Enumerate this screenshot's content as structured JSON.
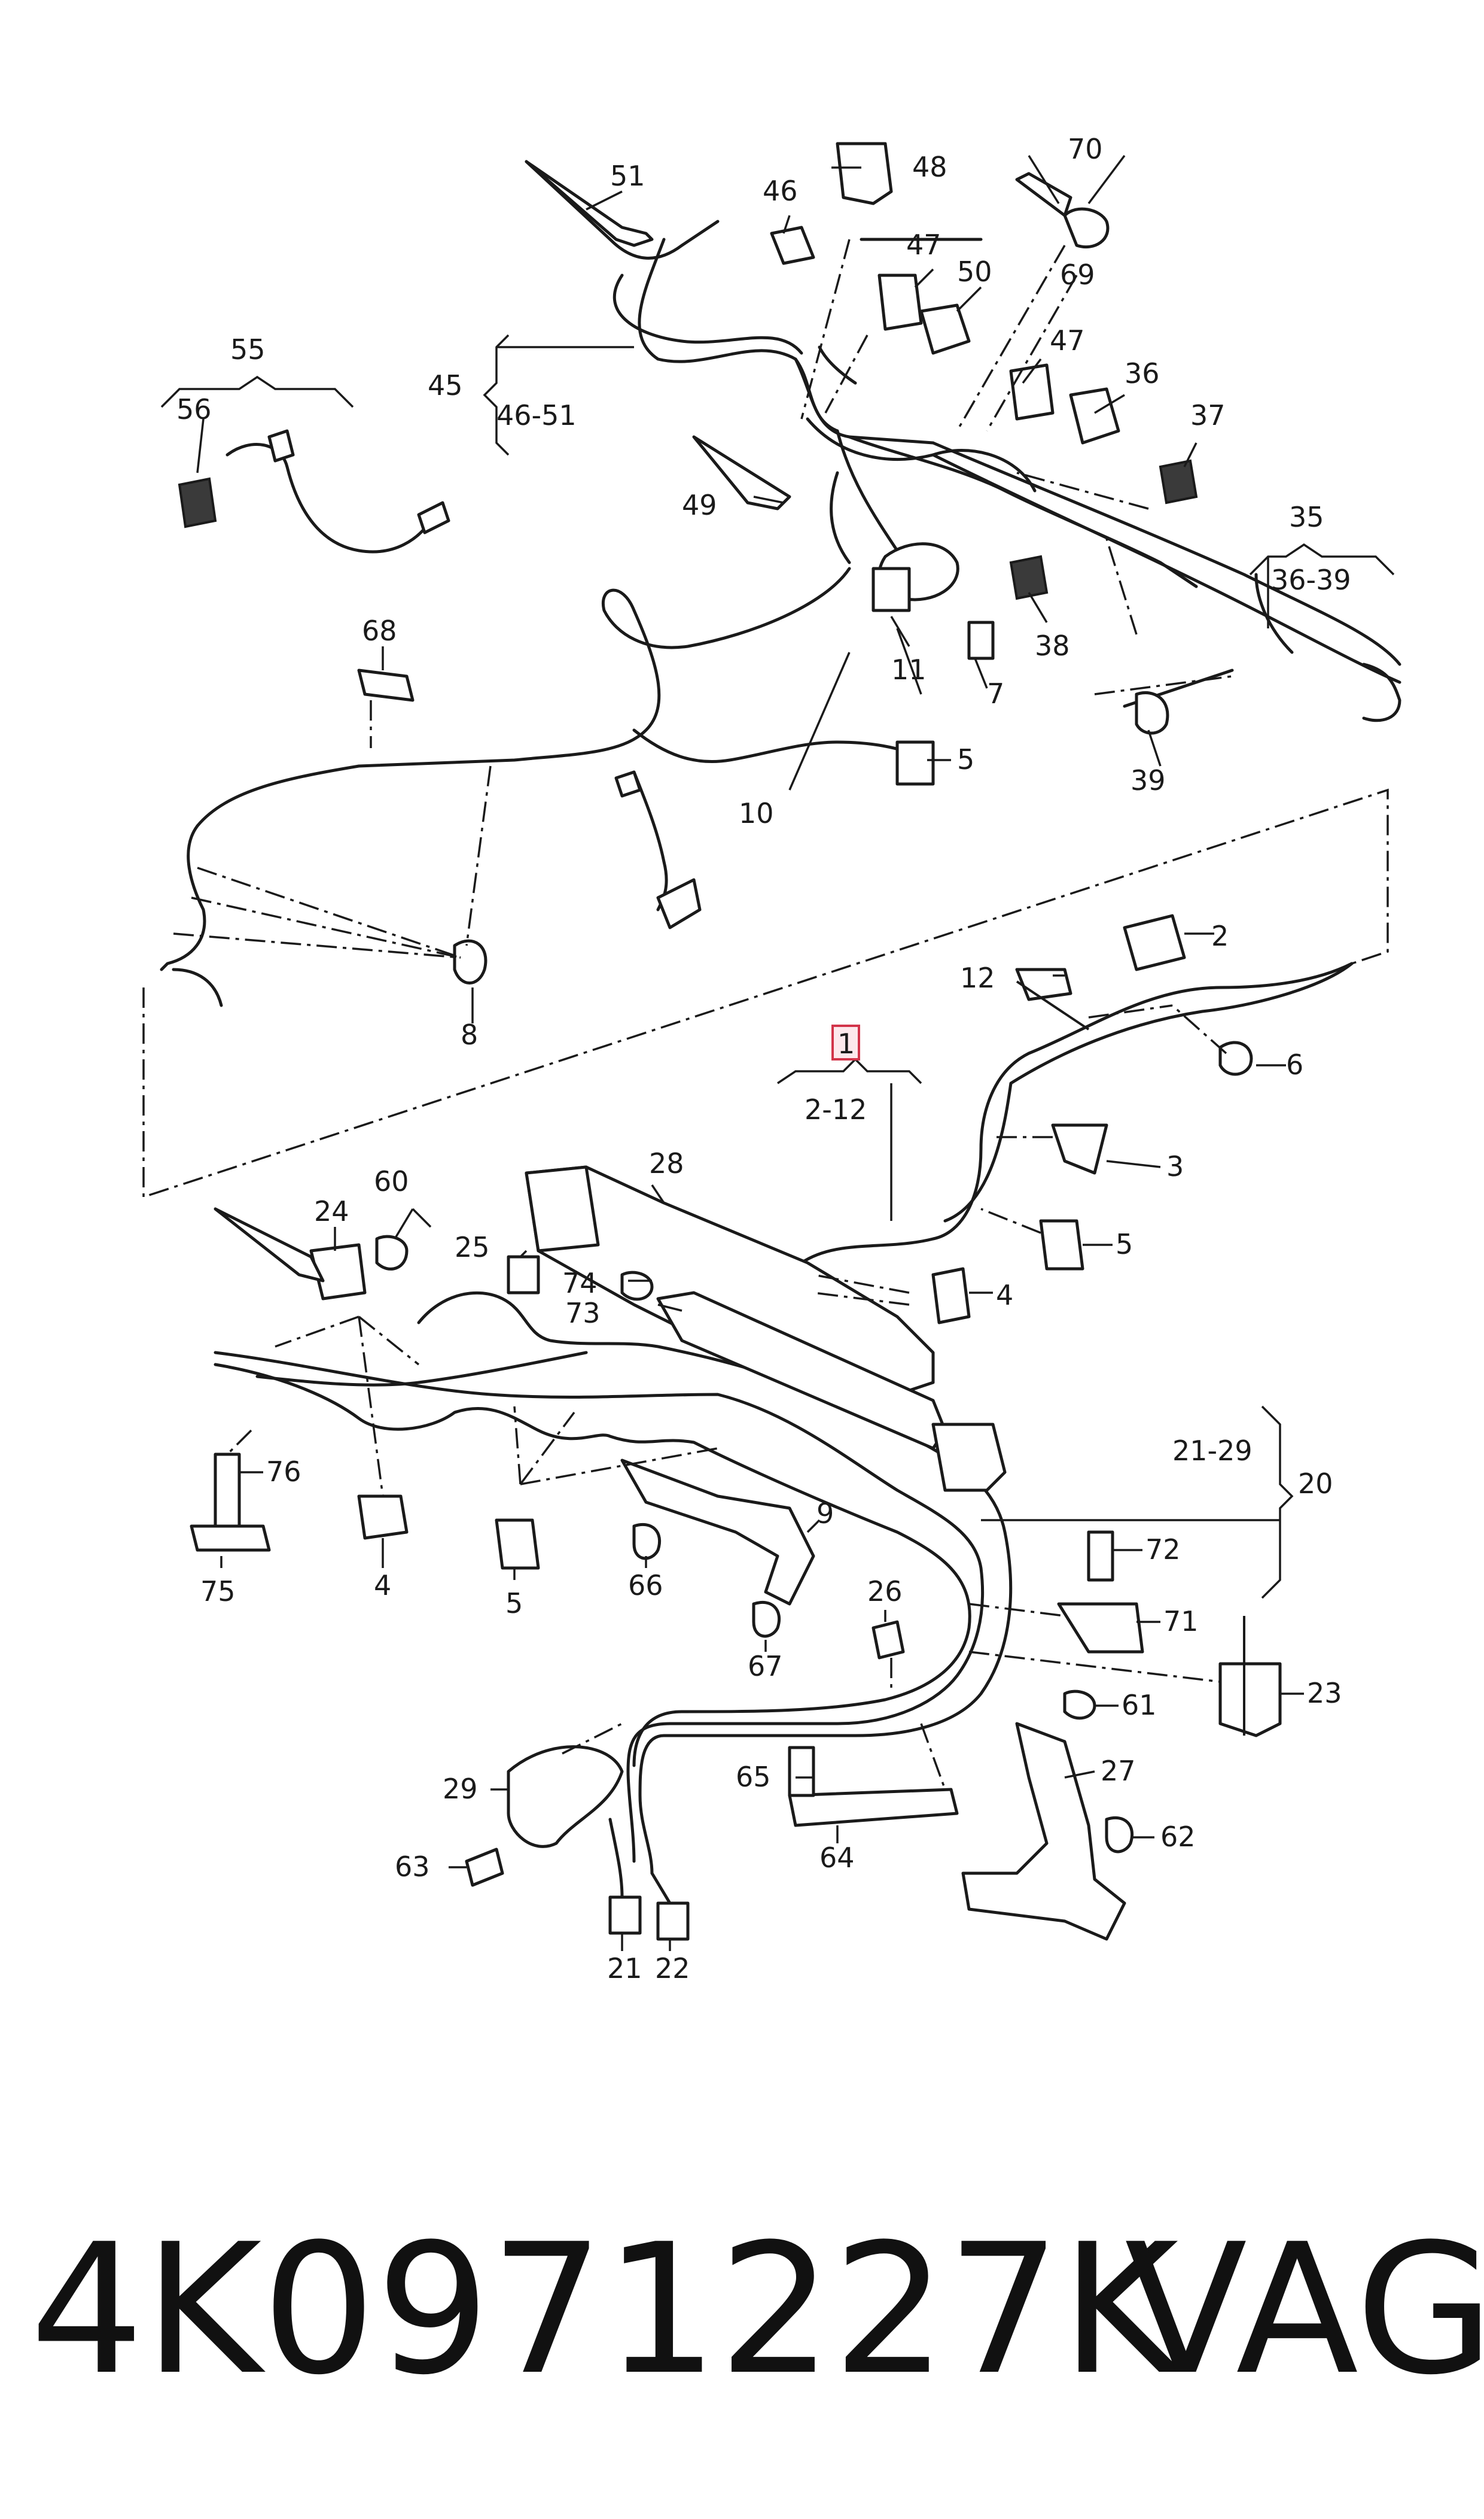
{
  "callouts": {
    "c1": "1",
    "c2_12": "2-12",
    "c2": "2",
    "c3": "3",
    "c4a": "4",
    "c4b": "4",
    "c5a": "5",
    "c5b": "5",
    "c5c": "5",
    "c6": "6",
    "c7": "7",
    "c8": "8",
    "c9": "9",
    "c10": "10",
    "c11": "11",
    "c12": "12",
    "c20": "20",
    "c21_29": "21-29",
    "c21": "21",
    "c22": "22",
    "c23": "23",
    "c24": "24",
    "c25": "25",
    "c26": "26",
    "c27": "27",
    "c28": "28",
    "c29": "29",
    "c35": "35",
    "c36_39": "36-39",
    "c36": "36",
    "c37": "37",
    "c38": "38",
    "c39": "39",
    "c45": "45",
    "c46_51": "46-51",
    "c46": "46",
    "c47a": "47",
    "c47b": "47",
    "c48": "48",
    "c49": "49",
    "c50": "50",
    "c51": "51",
    "c55": "55",
    "c56": "56",
    "c60": "60",
    "c61": "61",
    "c62": "62",
    "c63": "63",
    "c64": "64",
    "c65": "65",
    "c66": "66",
    "c67": "67",
    "c68": "68",
    "c69": "69",
    "c70": "70",
    "c71": "71",
    "c72": "72",
    "c73": "73",
    "c74": "74",
    "c75": "75",
    "c76": "76"
  },
  "footer": {
    "part_number": "4K0971227K",
    "brand": "VAG"
  }
}
